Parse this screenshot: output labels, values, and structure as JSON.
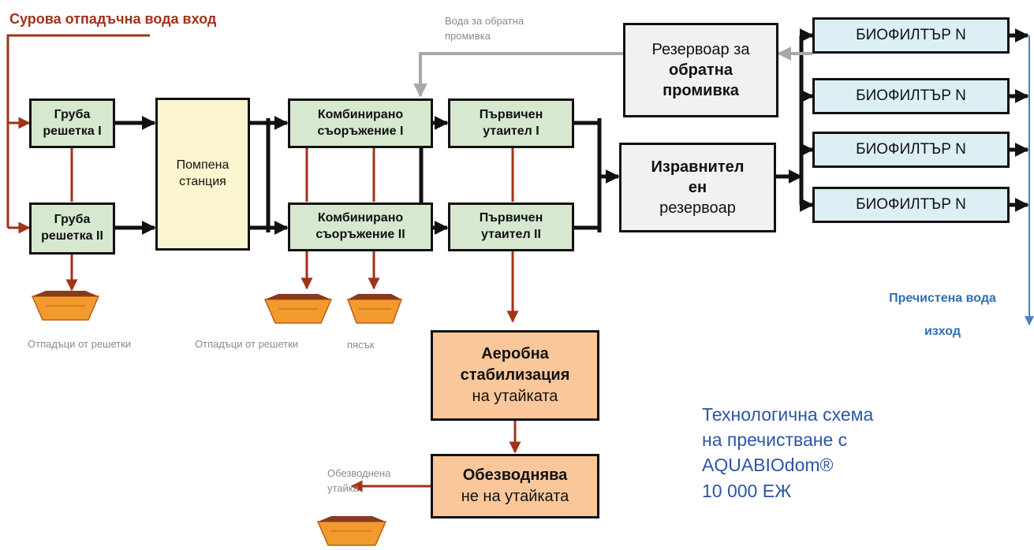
{
  "raw_inlet": "Сурова отпадъчна вода вход",
  "backwash_water": [
    "Вода за обратна",
    "промивка"
  ],
  "screen_1": [
    "Груба",
    "решетка I"
  ],
  "screen_2": [
    "Груба",
    "решетка II"
  ],
  "pump_station": [
    "Помпена",
    "станция"
  ],
  "combined_1": [
    "Комбинирано",
    "съоръжение I"
  ],
  "combined_2": [
    "Комбинирано",
    "съоръжение II"
  ],
  "primary_1": [
    "Първичен",
    "утаител I"
  ],
  "primary_2": [
    "Първичен",
    "утаител II"
  ],
  "backwash_tank": [
    "Резервоар за",
    "обратна",
    "промивка"
  ],
  "equalization_tank": [
    "Изравнител",
    "ен",
    "резервоар"
  ],
  "biofilters": [
    "БИОФИЛТЪР N",
    "БИОФИЛТЪР N",
    "БИОФИЛТЪР N",
    "БИОФИЛТЪР N"
  ],
  "treated_outlet": [
    "Пречистена вода",
    "изход"
  ],
  "screenings_1": "Отпадъци от решетки",
  "screenings_2": "Отпадъци от решетки",
  "sand": "пясък",
  "aerobic": [
    "Аеробна",
    "стабилизация",
    "на утайката"
  ],
  "dewatering": [
    "Обезводнява",
    "не на утайката"
  ],
  "dewatered_sludge": [
    "Обезводнена",
    "утайка"
  ],
  "title": [
    "Технологична схема",
    "на пречистване с",
    "AQUABIOdom®",
    "10 000 ЕЖ"
  ],
  "colors": {
    "raw_line": "#a23219",
    "sludge_line": "#a23219",
    "flow_line": "#111111",
    "backwash_line": "#a8a8a8",
    "outlet_line": "#4a7fc0",
    "bin": "#f39a2c"
  }
}
